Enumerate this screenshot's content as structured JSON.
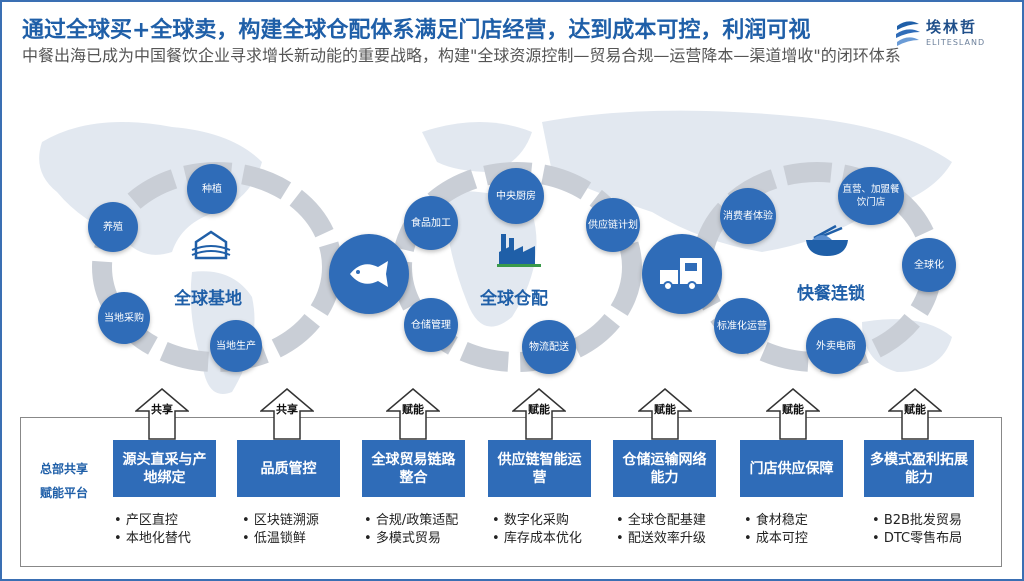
{
  "header": {
    "title": "通过全球买+全球卖，构建全球仓配体系满足门店经营，达到成本可控，利润可视",
    "subtitle": "中餐出海已成为中国餐饮企业寻求增长新动能的重要战略，构建\"全球资源控制—贸易合规—运营降本—渠道增收\"的闭环体系"
  },
  "logo": {
    "cn": "埃林哲",
    "en": "ELITESLAND"
  },
  "colors": {
    "accent": "#2f6cb8",
    "title": "#1f5fa8"
  },
  "cycles": [
    {
      "center": "全球基地",
      "icon": "farm-icon",
      "nodes": [
        "种植",
        "养殖",
        "当地采购",
        "当地生产"
      ]
    },
    {
      "center": "全球仓配",
      "icon": "factory-icon",
      "nodes": [
        "中央厨房",
        "食品加工",
        "供应链计划",
        "仓储管理",
        "物流配送"
      ]
    },
    {
      "center": "快餐连锁",
      "icon": "food-bowl-icon",
      "nodes": [
        "消费者体验",
        "直营、加盟餐饮门店",
        "全球化",
        "标准化运营",
        "外卖电商"
      ]
    }
  ],
  "hubs": [
    {
      "icon": "fish-icon"
    },
    {
      "icon": "truck-icon"
    }
  ],
  "platform": {
    "label_lines": [
      "总部共享",
      "赋能平台"
    ],
    "columns": [
      {
        "arrow": "共享",
        "box": "源头直采与产地绑定",
        "bullets": [
          "产区直控",
          "本地化替代"
        ]
      },
      {
        "arrow": "共享",
        "box": "品质管控",
        "bullets": [
          "区块链溯源",
          "低温锁鲜"
        ]
      },
      {
        "arrow": "赋能",
        "box": "全球贸易链路整合",
        "bullets": [
          "合规/政策适配",
          "多模式贸易"
        ]
      },
      {
        "arrow": "赋能",
        "box": "供应链智能运营",
        "bullets": [
          "数字化采购",
          "库存成本优化"
        ]
      },
      {
        "arrow": "赋能",
        "box": "仓储运输网络能力",
        "bullets": [
          "全球仓配基建",
          "配送效率升级"
        ]
      },
      {
        "arrow": "赋能",
        "box": "门店供应保障",
        "bullets": [
          "食材稳定",
          "成本可控"
        ]
      },
      {
        "arrow": "赋能",
        "box": "多模式盈利拓展能力",
        "bullets": [
          "B2B批发贸易",
          "DTC零售布局"
        ]
      }
    ]
  }
}
